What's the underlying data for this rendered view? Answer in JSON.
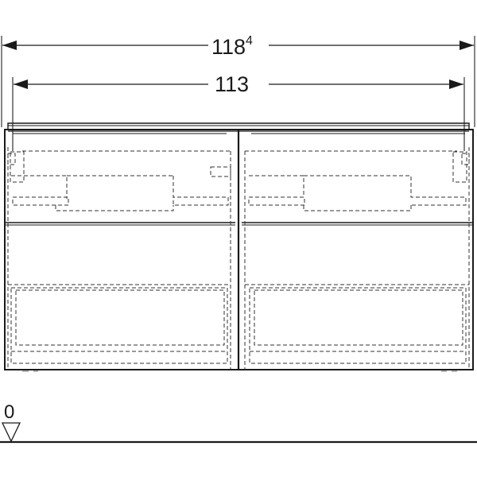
{
  "drawing": {
    "type": "front elevation",
    "units_implied": "cm",
    "dimensions": {
      "overall_width": {
        "main": "118",
        "superscript": "4",
        "display": "118⁴"
      },
      "inner_width": {
        "main": "113"
      }
    },
    "level_marker": {
      "label": "0",
      "symbol": "triangle-down"
    },
    "cabinet": {
      "columns": 2,
      "drawers_per_column": 2,
      "line_color": "#1a1a1a",
      "hidden_line_color": "#333333"
    }
  }
}
